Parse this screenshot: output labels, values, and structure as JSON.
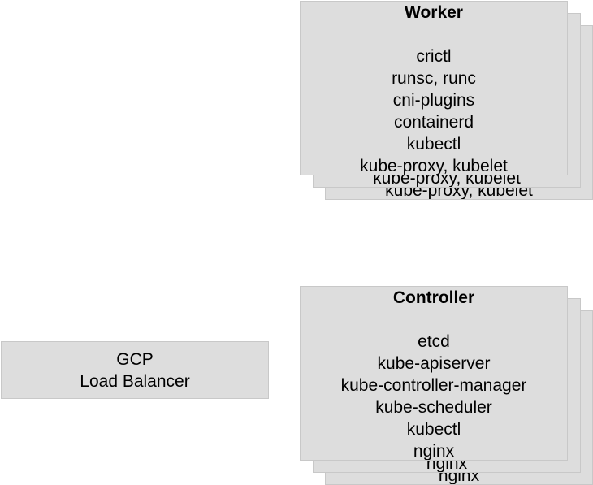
{
  "worker": {
    "title": "Worker",
    "components": [
      "crictl",
      "runsc, runc",
      "cni-plugins",
      "containerd",
      "kubectl",
      "kube-proxy, kubelet"
    ]
  },
  "controller": {
    "title": "Controller",
    "components": [
      "etcd",
      "kube-apiserver",
      "kube-controller-manager",
      "kube-scheduler",
      "kubectl",
      "nginx"
    ]
  },
  "load_balancer": {
    "line1": "GCP",
    "line2": "Load Balancer"
  },
  "colors": {
    "box_fill": "#dddddd",
    "box_border": "#c8c8c8"
  }
}
